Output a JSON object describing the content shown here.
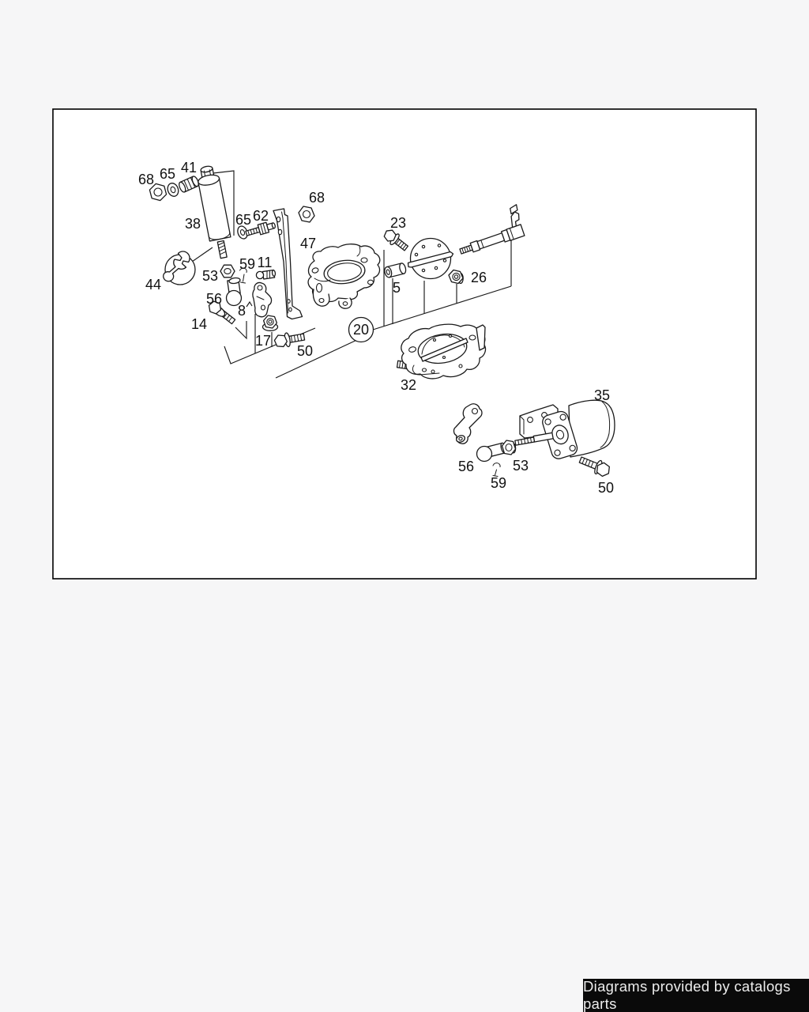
{
  "canvas": {
    "background": "#f6f6f7",
    "frame_fill": "#ffffff",
    "frame_stroke": "#000000",
    "line_color": "#1a1a1a"
  },
  "footer": {
    "text": "Diagrams provided by catalogs parts",
    "bg": "#0a0a0a",
    "fg": "#ededed"
  },
  "diagram": {
    "type": "exploded-parts-diagram",
    "description": "Line-art exploded view of throttle / idle-control linkage parts with numbered callouts",
    "callouts": [
      {
        "ref": "68"
      },
      {
        "ref": "65"
      },
      {
        "ref": "41"
      },
      {
        "ref": "38"
      },
      {
        "ref": "44"
      },
      {
        "ref": "53"
      },
      {
        "ref": "56"
      },
      {
        "ref": "59"
      },
      {
        "ref": "11"
      },
      {
        "ref": "65"
      },
      {
        "ref": "62"
      },
      {
        "ref": "68"
      },
      {
        "ref": "47"
      },
      {
        "ref": "8"
      },
      {
        "ref": "14"
      },
      {
        "ref": "17"
      },
      {
        "ref": "50"
      },
      {
        "ref": "23"
      },
      {
        "ref": "5"
      },
      {
        "ref": "26"
      },
      {
        "ref": "20"
      },
      {
        "ref": "32"
      },
      {
        "ref": "35"
      },
      {
        "ref": "56"
      },
      {
        "ref": "53"
      },
      {
        "ref": "59"
      },
      {
        "ref": "50"
      }
    ]
  }
}
